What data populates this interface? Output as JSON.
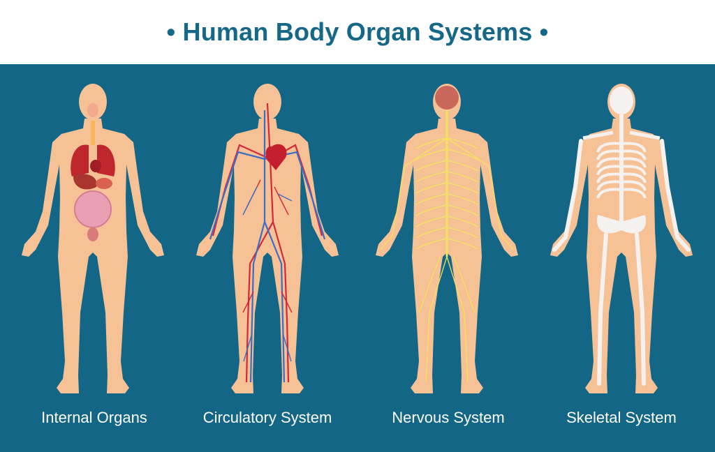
{
  "title": "• Human Body Organ Systems •",
  "figures": [
    {
      "label": "Internal Organs",
      "icon": "internal-organs-figure"
    },
    {
      "label": "Circulatory System",
      "icon": "circulatory-system-figure"
    },
    {
      "label": "Nervous System",
      "icon": "nervous-system-figure"
    },
    {
      "label": "Skeletal System",
      "icon": "skeletal-system-figure"
    }
  ],
  "colors": {
    "background": "#136685",
    "title": "#156887",
    "skin": "#f7c196"
  }
}
